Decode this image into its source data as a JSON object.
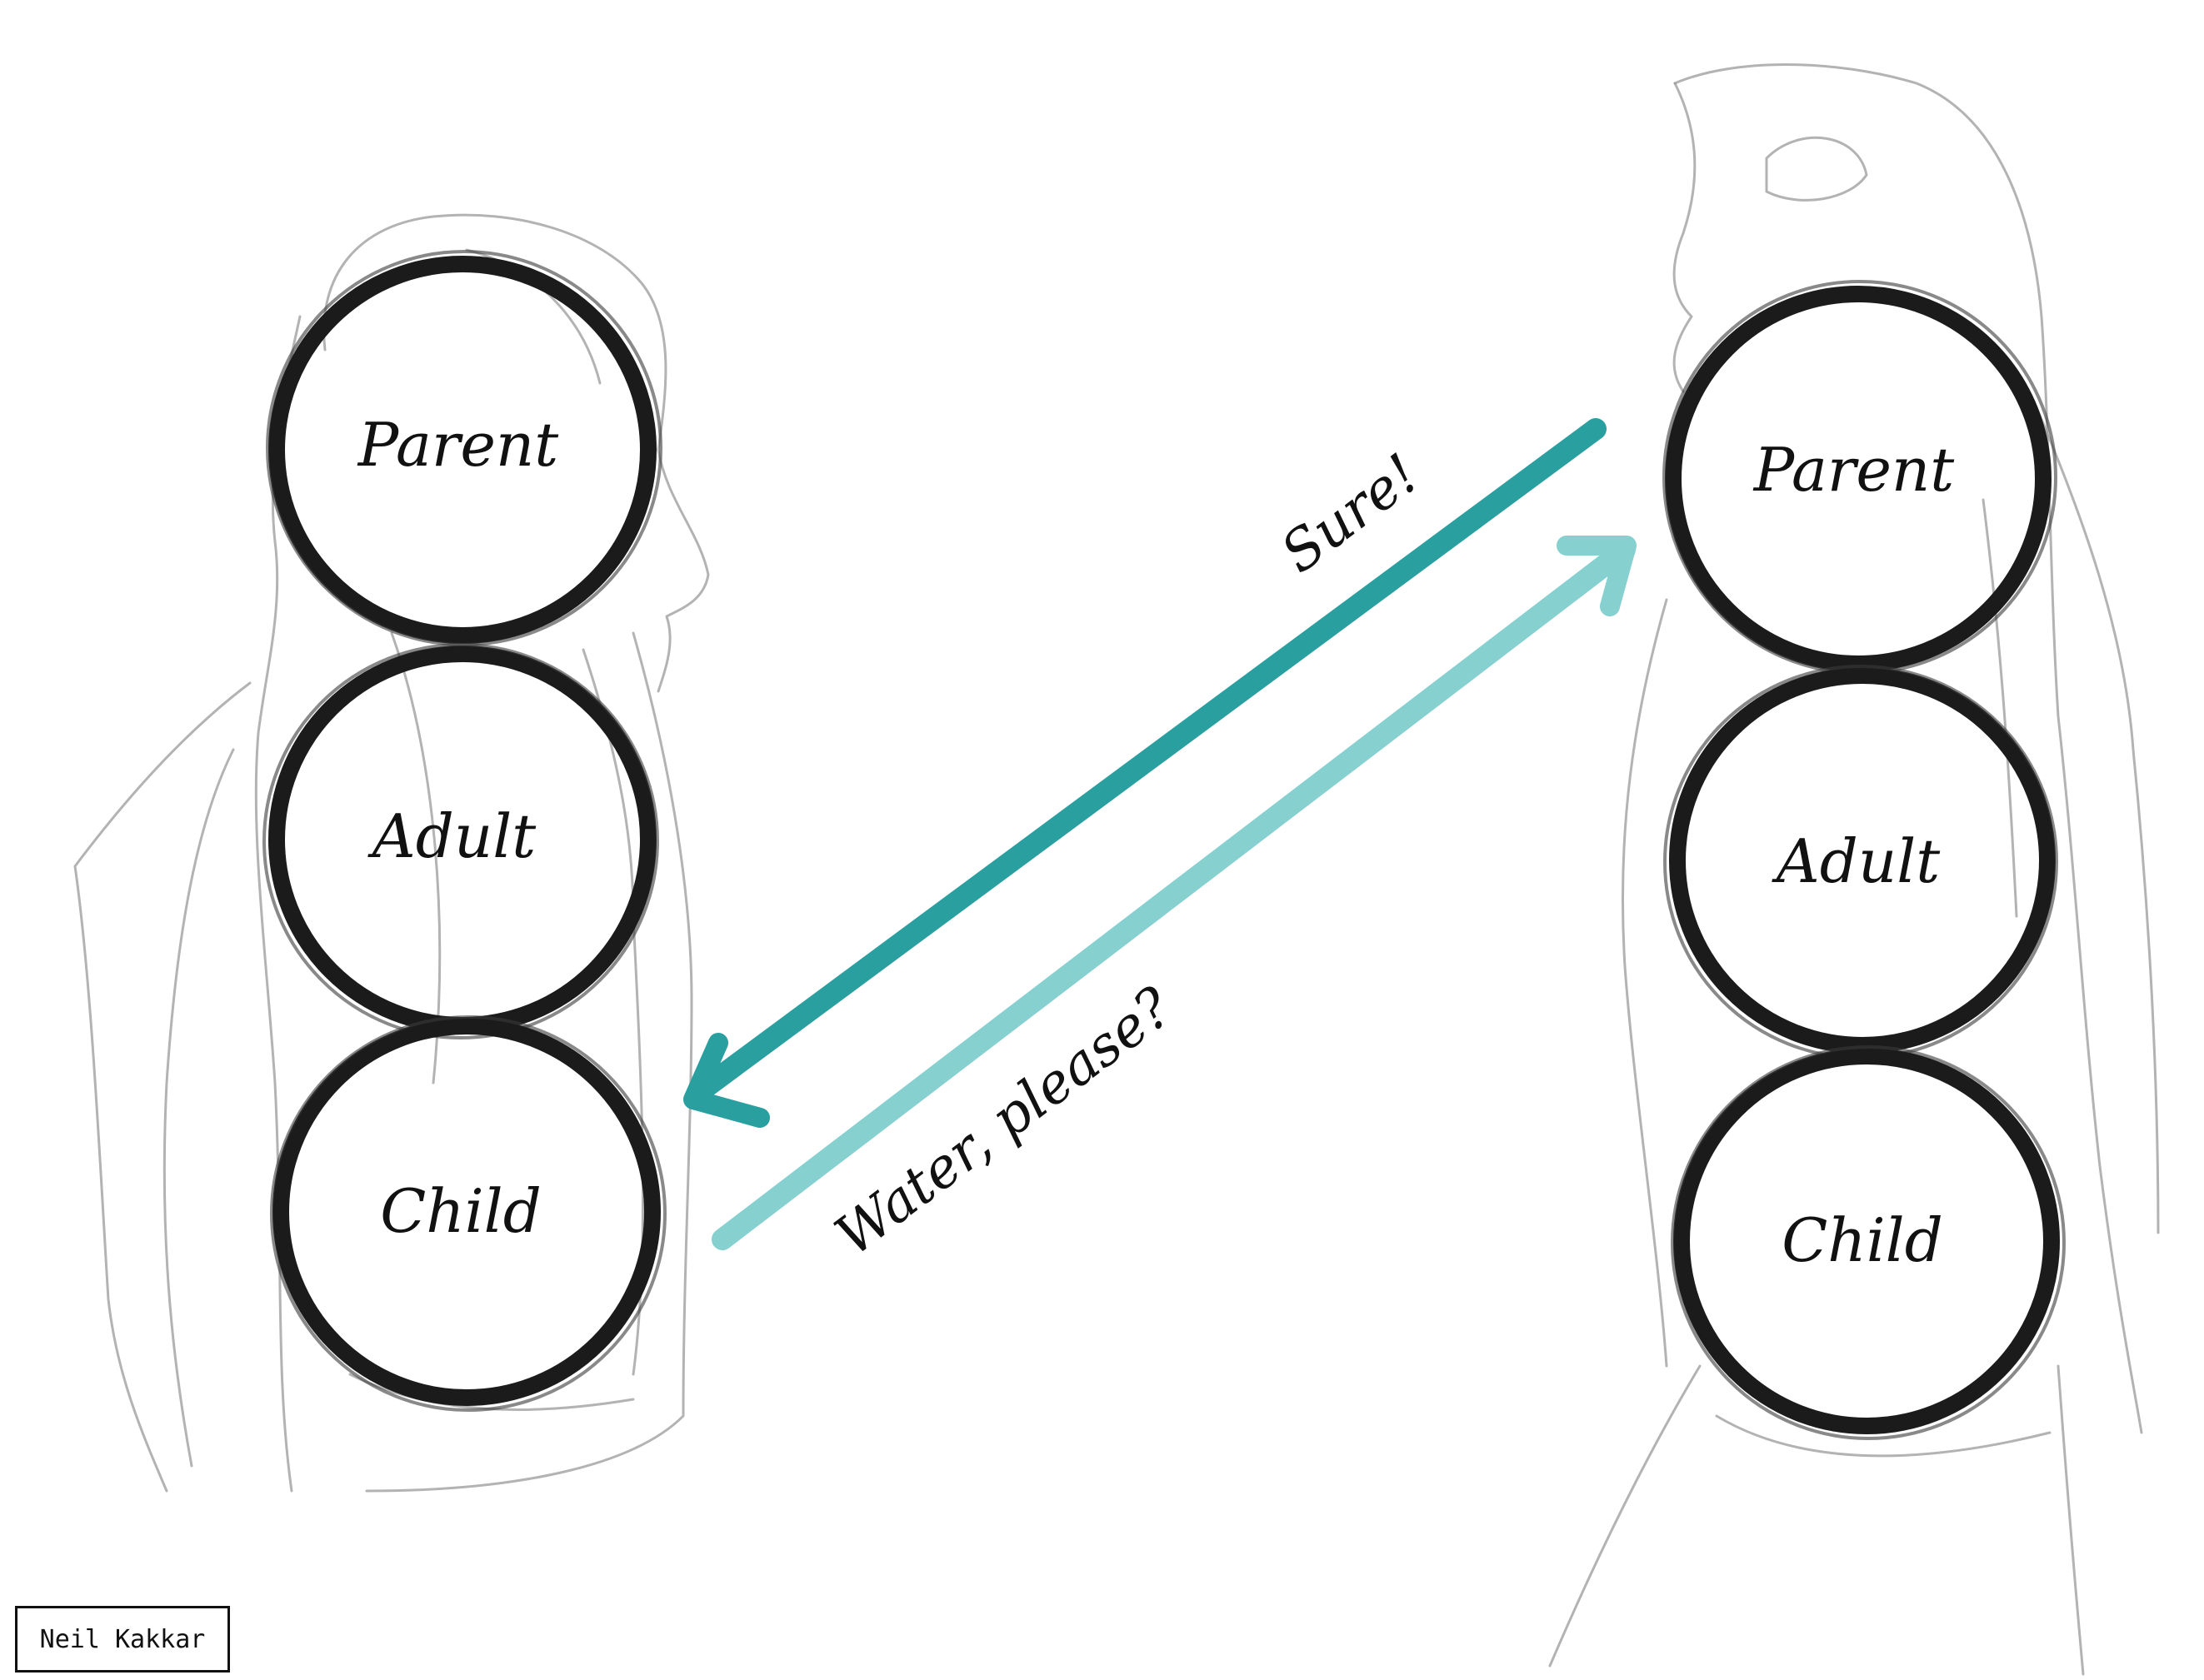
{
  "diagram": {
    "left_person": {
      "states": [
        "Parent",
        "Adult",
        "Child"
      ]
    },
    "right_person": {
      "states": [
        "Parent",
        "Adult",
        "Child"
      ]
    },
    "messages": [
      {
        "text": "Sure!",
        "color": "#2a9fa0"
      },
      {
        "text": "Water, please?",
        "color": "#86d0d0"
      }
    ]
  },
  "credit": "Neil Kakkar"
}
